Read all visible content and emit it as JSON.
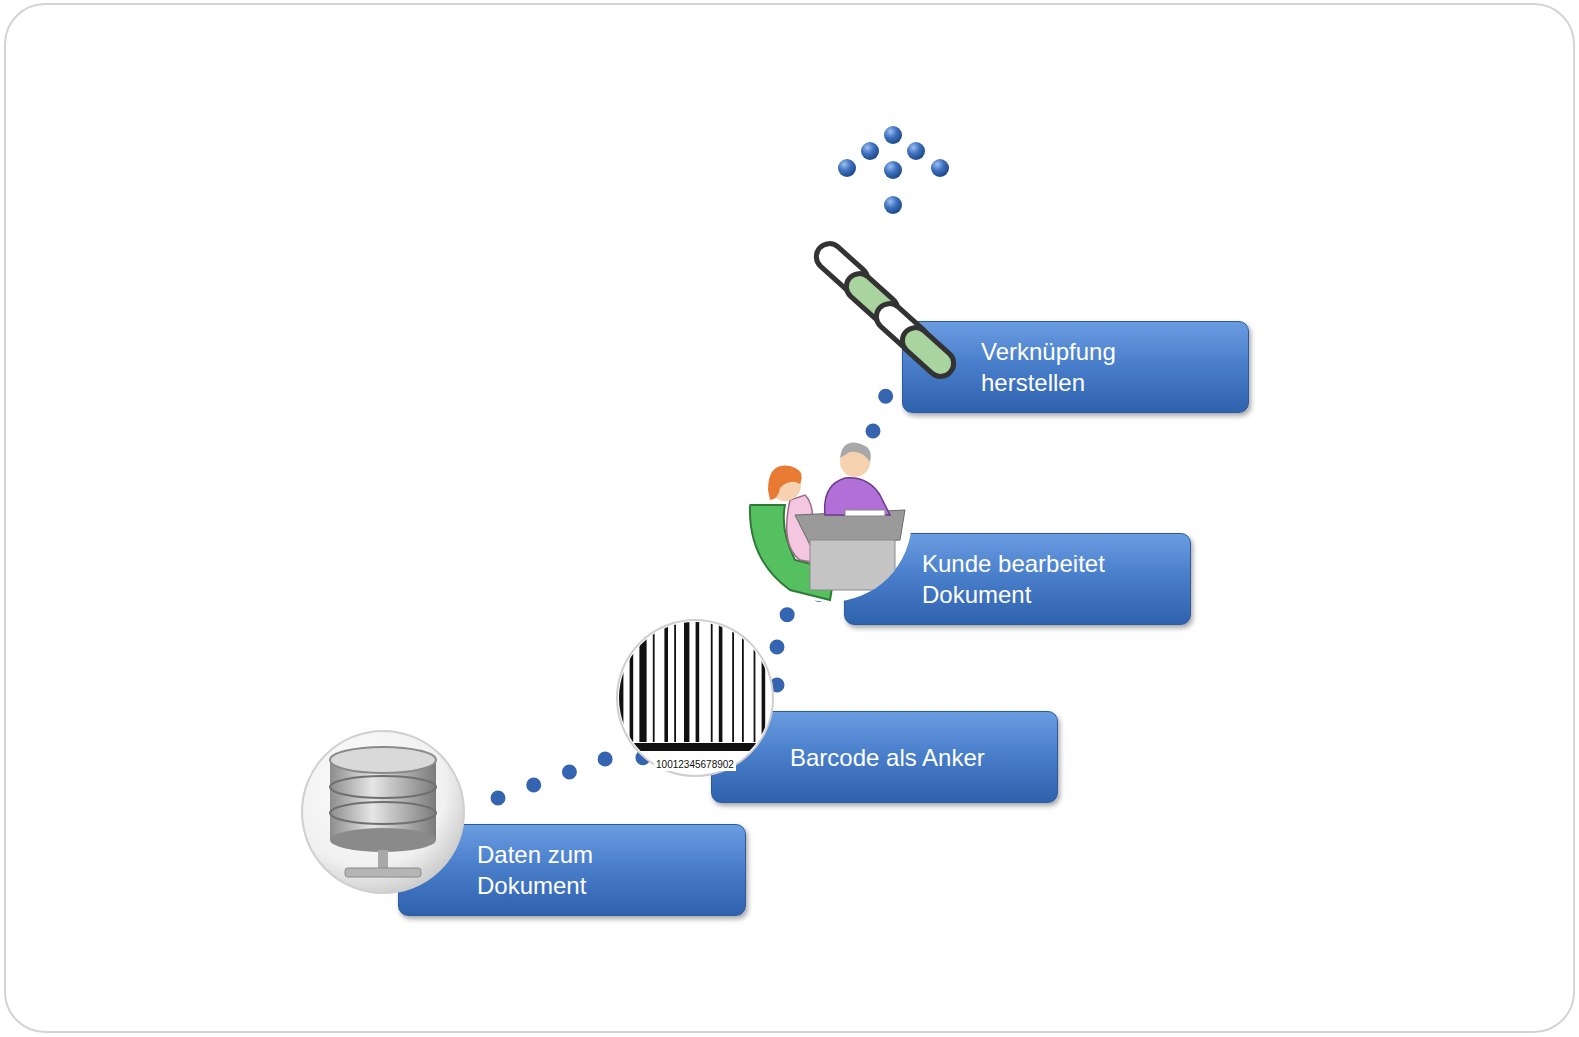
{
  "diagram": {
    "nodes": [
      {
        "text": [
          "Daten zum Dokument"
        ]
      },
      {
        "text": [
          "Barcode als Anker"
        ]
      },
      {
        "text": [
          "Kunde bearbeitet Dokument"
        ]
      },
      {
        "text": [
          "Verknüpfung herstellen"
        ]
      }
    ],
    "edges": [
      {
        "from": 0,
        "to": 1,
        "arrow": "none"
      },
      {
        "from": 1,
        "to": 2,
        "arrow": "none"
      },
      {
        "from": 2,
        "to": 3,
        "arrow": "none"
      }
    ],
    "labels": [
      "10012345678902"
    ]
  }
}
